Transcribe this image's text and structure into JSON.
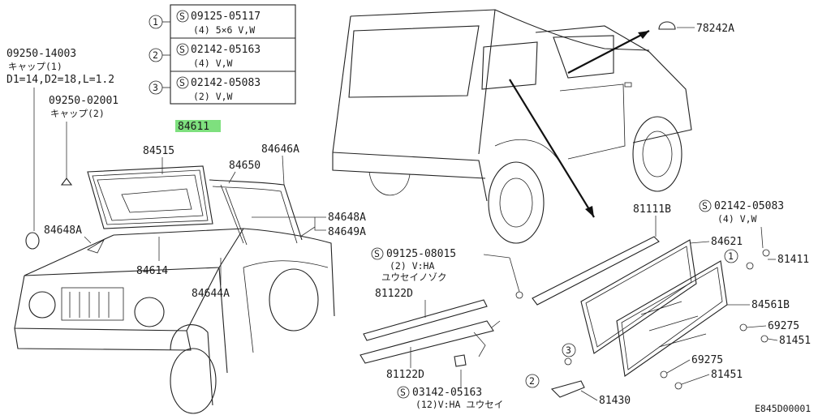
{
  "legend": {
    "rows": [
      {
        "num": "1",
        "mark": "S",
        "part": "09125-05117",
        "spec": "(4) 5×6 V,W"
      },
      {
        "num": "2",
        "mark": "S",
        "part": "02142-05163",
        "spec": "(4) V,W"
      },
      {
        "num": "3",
        "mark": "S",
        "part": "02142-05083",
        "spec": "(2) V,W"
      }
    ]
  },
  "callouts": {
    "cap1_part": "09250-14003",
    "cap1_name": "キャップ(1)",
    "cap1_dims": "D1=14,D2=18,L=1.2",
    "cap2_part": "09250-02001",
    "cap2_name": "キャップ(2)",
    "p84611": "84611",
    "p84515": "84515",
    "p84650": "84650",
    "p84646A": "84646A",
    "p84648A_left": "84648A",
    "p84648A_right": "84648A",
    "p84649A": "84649A",
    "p84614": "84614",
    "p84644A": "84644A",
    "p78242A": "78242A",
    "p81111B": "81111B",
    "p84621": "84621",
    "p81411": "81411",
    "p84561B": "84561B",
    "p69275_a": "69275",
    "p81451_a": "81451",
    "p69275_b": "69275",
    "p81451_b": "81451",
    "p81430": "81430",
    "p81122D_top": "81122D",
    "p81122D_bottom": "81122D",
    "s_right_part": "02142-05083",
    "s_right_spec": "(4) V,W",
    "s_mid_part": "09125-08015",
    "s_mid_spec": "(2) V:HA",
    "s_mid_note": "ユウセイノゾク",
    "s_bottom_part": "03142-05163",
    "s_bottom_spec": "(12)V:HA ユウセイ",
    "num_1": "1",
    "num_2": "2",
    "num_3": "3",
    "s_mark": "S"
  },
  "footer": {
    "diagram_code": "E845D00001"
  },
  "colors": {
    "highlight": "#7ee07e",
    "ink": "#222222"
  }
}
